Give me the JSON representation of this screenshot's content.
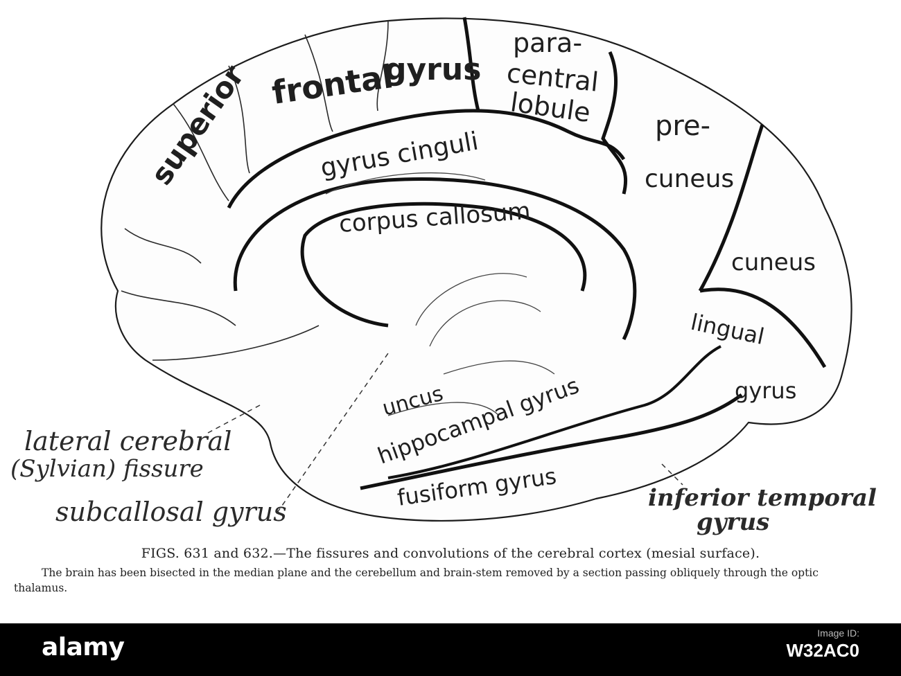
{
  "labels": {
    "superior_frontal": "superior",
    "superior_frontal_2": "frontal",
    "superior_frontal_3": "gyrus",
    "paracentral_1": "para-",
    "paracentral_2": "central",
    "paracentral_3": "lobule",
    "precuneus_1": "pre-",
    "precuneus_2": "cuneus",
    "cuneus": "cuneus",
    "gyrus_cinguli": "gyrus cinguli",
    "corpus_callosum": "corpus callosum",
    "lingual": "lingual",
    "lingual_gyrus": "gyrus",
    "uncus": "uncus",
    "hippocampal": "hippocampal gyrus",
    "fusiform": "fusiform gyrus",
    "lateral_1": "lateral cerebral",
    "lateral_2": "(Sylvian) fissure",
    "subcallosal": "subcallosal gyrus",
    "inferior_1": "inferior temporal",
    "inferior_2": "gyrus"
  },
  "caption": {
    "title": "FIGS. 631 and 632.—The fissures and convolutions of the cerebral cortex (mesial surface).",
    "body": "The brain has been bisected in the median plane and the cerebellum and brain-stem removed by a section passing obliquely through the optic thalamus."
  },
  "footer": {
    "brand": "alamy",
    "id_label": "Image ID:",
    "id_value": "W32AC0"
  }
}
